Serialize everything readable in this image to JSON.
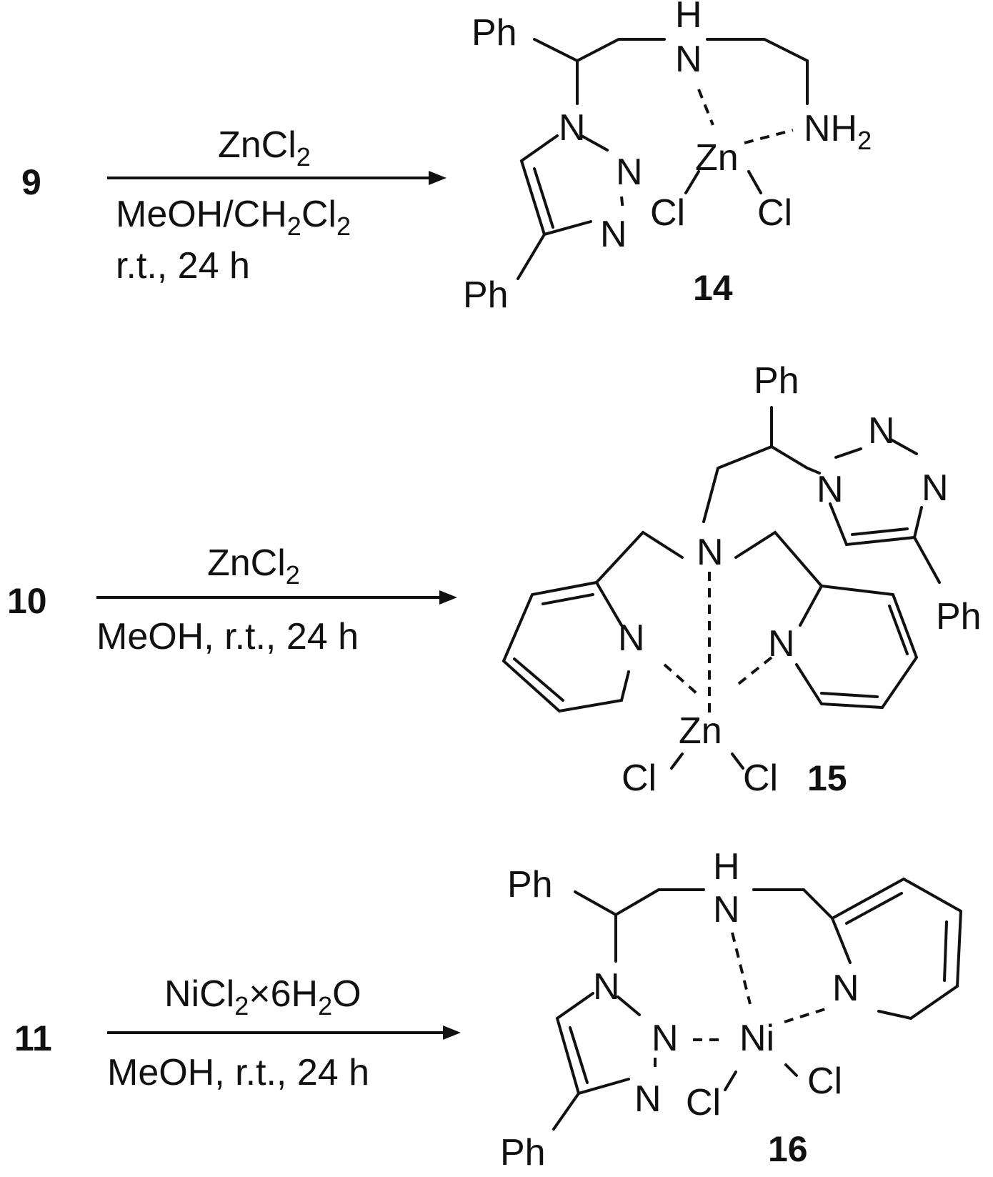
{
  "reactions": [
    {
      "reactant": "9",
      "reagent": {
        "parts": [
          "ZnCl",
          "2"
        ]
      },
      "conditions": [
        {
          "parts": [
            "MeOH/CH",
            "2",
            "Cl",
            "2"
          ]
        },
        {
          "parts": [
            "r.t., 24 h"
          ]
        }
      ],
      "product": "14"
    },
    {
      "reactant": "10",
      "reagent": {
        "parts": [
          "ZnCl",
          "2"
        ]
      },
      "conditions": [
        {
          "parts": [
            "MeOH, r.t., 24 h"
          ]
        }
      ],
      "product": "15"
    },
    {
      "reactant": "11",
      "reagent": {
        "parts": [
          "NiCl",
          "2",
          "×6H",
          "2",
          "O"
        ]
      },
      "conditions": [
        {
          "parts": [
            "MeOH, r.t., 24 h"
          ]
        }
      ],
      "product": "16"
    }
  ],
  "atoms": {
    "ph": "Ph",
    "h": "H",
    "n": "N",
    "nh2": "NH",
    "two": "2",
    "zn": "Zn",
    "ni": "Ni",
    "cl": "Cl"
  }
}
